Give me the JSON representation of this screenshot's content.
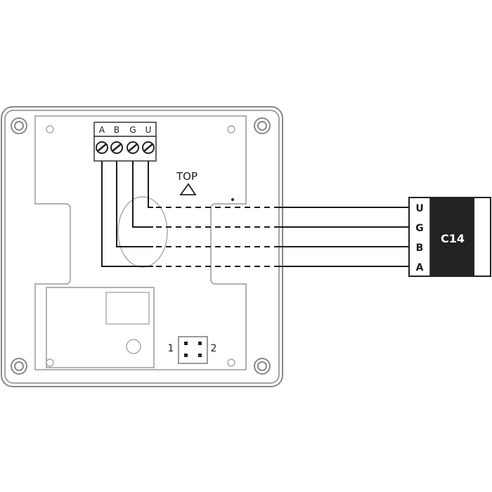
{
  "terminal_block": {
    "labels": [
      "A",
      "B",
      "G",
      "U"
    ]
  },
  "orientation": {
    "label": "TOP"
  },
  "jumper": {
    "left_label": "1",
    "right_label": "2"
  },
  "connector": {
    "name": "C14",
    "pins": [
      "U",
      "G",
      "B",
      "A"
    ]
  },
  "colors": {
    "outline": "#888888",
    "wire": "#1a1a1a",
    "connector_fill": "#222222",
    "connector_text": "#ffffff"
  }
}
